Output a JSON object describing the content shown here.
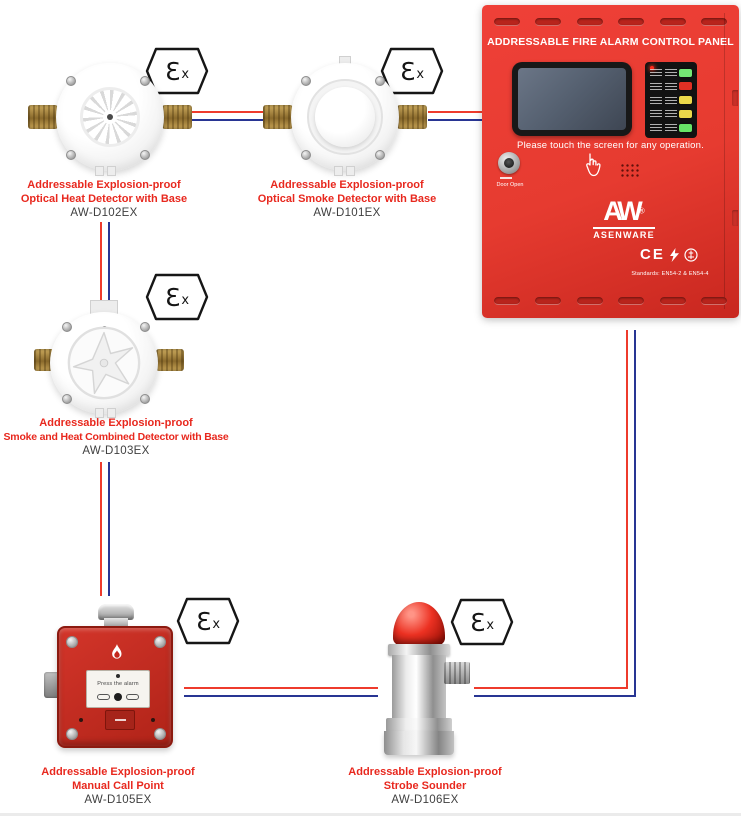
{
  "colors": {
    "wire_positive": "#ee3b2c",
    "wire_negative": "#283593",
    "panel_red": "#e63b30",
    "label_red": "#e8281e",
    "led_buttons": [
      "#74e874",
      "#e03024",
      "#ead84a",
      "#ead84a",
      "#67e467"
    ]
  },
  "symbols": {
    "ex_epsilon": "Ɛ",
    "ex_x": "x"
  },
  "devices": [
    {
      "id": "optical-heat-detector",
      "line1": "Addressable Explosion-proof",
      "line2": "Optical Heat Detector with Base",
      "model": "AW-D102EX"
    },
    {
      "id": "optical-smoke-detector",
      "line1": "Addressable Explosion-proof",
      "line2": "Optical Smoke Detector with Base",
      "model": "AW-D101EX"
    },
    {
      "id": "smoke-heat-combined-detector",
      "line1": "Addressable Explosion-proof",
      "line2": "Smoke and Heat Combined Detector with Base",
      "model": "AW-D103EX"
    },
    {
      "id": "manual-call-point",
      "line1": "Addressable Explosion-proof",
      "line2": "Manual Call Point",
      "model": "AW-D105EX",
      "plate_text": "Press the alarm"
    },
    {
      "id": "strobe-sounder",
      "line1": "Addressable Explosion-proof",
      "line2": "Strobe Sounder",
      "model": "AW-D106EX"
    }
  ],
  "panel": {
    "title": "ADDRESSABLE FIRE ALARM CONTROL PANEL",
    "touch_instruction": "Please touch the screen for any operation.",
    "door_label": "Door Open",
    "brand": "AW",
    "brand_reg": "®",
    "brand_name": "ASENWARE",
    "ce_mark": "CE",
    "standards": "Standards: EN54-2 & EN54-4"
  }
}
